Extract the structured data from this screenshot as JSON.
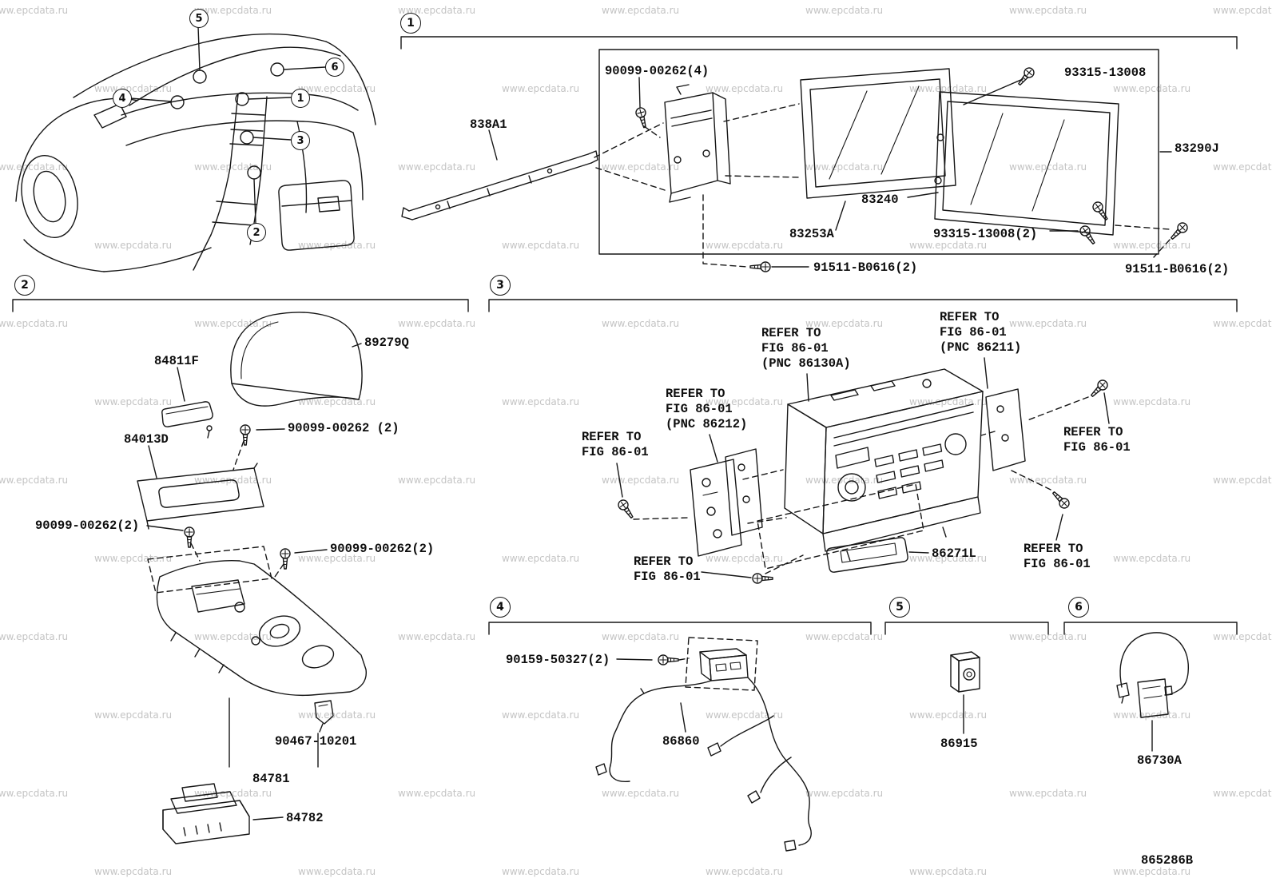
{
  "watermark": "www.epcdata.ru",
  "doc_number": "865286B",
  "callouts": {
    "c1": "1",
    "c2": "2",
    "c3": "3",
    "c4": "4",
    "c5": "5",
    "c6": "6"
  },
  "sections": {
    "s1": {
      "parts": {
        "p90099_4": "90099-00262(4)",
        "p93315": "93315-13008",
        "p838a1": "838A1",
        "p83290j": "83290J",
        "p83240": "83240",
        "p83253a": "83253A",
        "p93315_2": "93315-13008(2)",
        "p91511_a": "91511-B0616(2)",
        "p91511_b": "91511-B0616(2)"
      }
    },
    "s2": {
      "parts": {
        "p89279q": "89279Q",
        "p84811f": "84811F",
        "p90099_a": "90099-00262 (2)",
        "p84013d": "84013D",
        "p90099_b": "90099-00262(2)",
        "p90099_c": "90099-00262(2)",
        "p90467": "90467-10201",
        "p84781": "84781",
        "p84782": "84782"
      }
    },
    "s3": {
      "parts": {
        "p86271l": "86271L"
      },
      "refers": {
        "pnc86130a": "REFER TO\nFIG 86-01\n(PNC 86130A)",
        "pnc86211": "REFER TO\nFIG 86-01\n(PNC 86211)",
        "pnc86212": "REFER TO\nFIG 86-01\n(PNC 86212)",
        "left": "REFER TO\nFIG 86-01",
        "right": "REFER TO\nFIG 86-01",
        "bottom_right": "REFER TO\nFIG 86-01",
        "bottom_left": "REFER TO\nFIG 86-01"
      }
    },
    "s4": {
      "parts": {
        "p90159": "90159-50327(2)",
        "p86860": "86860"
      }
    },
    "s5": {
      "parts": {
        "p86915": "86915"
      }
    },
    "s6": {
      "parts": {
        "p86730a": "86730A"
      }
    }
  }
}
